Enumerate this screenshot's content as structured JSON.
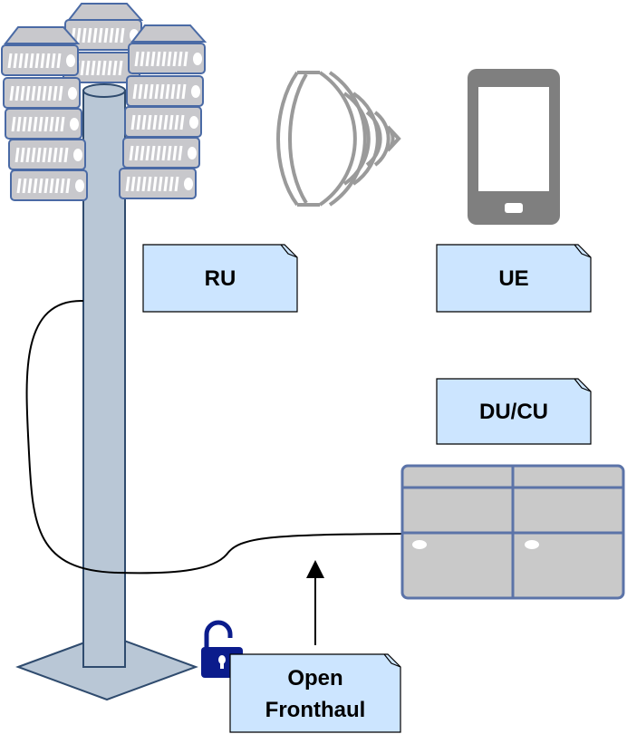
{
  "labels": {
    "ru": "RU",
    "ue": "UE",
    "du_cu": "DU/CU",
    "fronthaul_line1": "Open",
    "fronthaul_line2": "Fronthaul"
  },
  "colors": {
    "note_fill": "#cce5ff",
    "note_stroke": "#000000",
    "tower_fill": "#b9c7d6",
    "tower_stroke": "#2f4b6e",
    "radio_fill": "#c8c8cc",
    "server_fill": "#c9c9c9",
    "server_stroke": "#5b73a8",
    "phone_fill": "#7f7f7f",
    "wifi_stroke": "#9a9a9a",
    "lock_fill": "#0b1c8c",
    "cable": "#000000"
  },
  "icons": [
    "tower-icon",
    "radio-unit-icon",
    "wireless-signal-icon",
    "smartphone-icon",
    "server-rack-icon",
    "open-lock-icon",
    "arrow-up-icon"
  ]
}
